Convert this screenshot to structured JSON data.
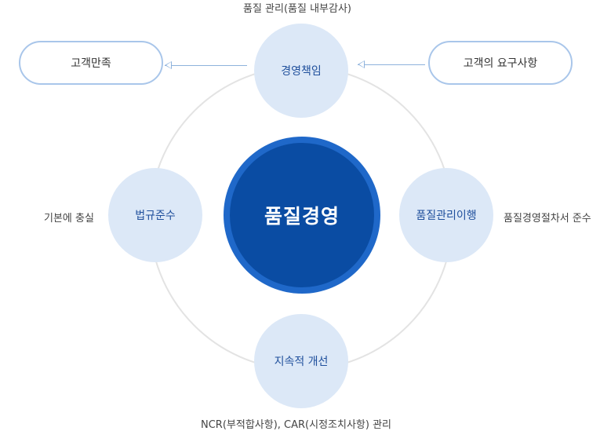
{
  "center": {
    "label": "품질경영"
  },
  "nodes": {
    "top": {
      "label": "경영책임",
      "caption": "품질 관리(품질 내부감사)"
    },
    "left": {
      "label": "법규준수",
      "caption": "기본에 충실"
    },
    "right": {
      "label": "품질관리이행",
      "caption": "품질경영절차서 준수"
    },
    "bottom": {
      "label": "지속적 개선",
      "caption": "NCR(부적합사항), CAR(시정조치사항) 관리"
    }
  },
  "pills": {
    "left": {
      "label": "고객만족"
    },
    "right": {
      "label": "고객의 요구사항"
    }
  },
  "colors": {
    "center_fill": "#0a4ca3",
    "center_ring": "#1f68c9",
    "node_fill": "#dce8f7",
    "node_text": "#1f4f9c",
    "arrow": "#8eb2dc"
  }
}
